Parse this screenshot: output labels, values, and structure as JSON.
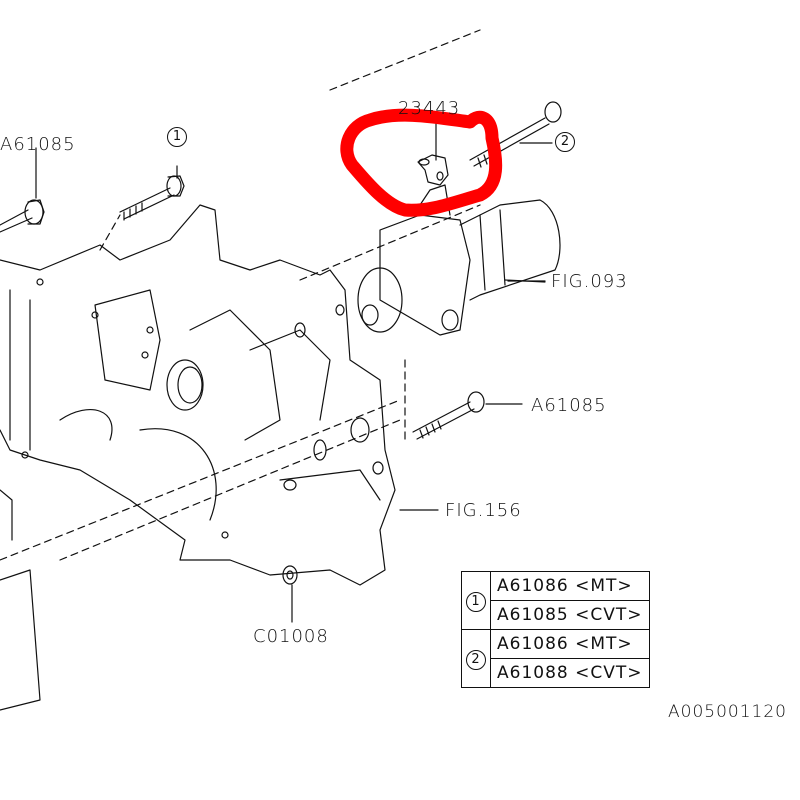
{
  "diagram": {
    "type": "exploded-parts-diagram",
    "subject": "Transmission case / starter mounting",
    "figure_id": "A005001120",
    "callouts": [
      {
        "id": "part-23443",
        "text": "23443",
        "note": "partially covered by red hand-drawn circle highlight"
      },
      {
        "id": "bolt-A61085-left",
        "text": "A61085"
      },
      {
        "id": "bolt-A61085-right",
        "text": "A61085"
      },
      {
        "id": "ref-fig093",
        "text": "FIG.093"
      },
      {
        "id": "ref-fig156",
        "text": "FIG.156"
      },
      {
        "id": "plug-C01008",
        "text": "C01008"
      },
      {
        "id": "marker-1",
        "text": "1"
      },
      {
        "id": "marker-2",
        "text": "2"
      }
    ],
    "legend": {
      "rows": [
        {
          "marker": "1",
          "entries": [
            "A61086 <MT>",
            "A61085 <CVT>"
          ]
        },
        {
          "marker": "2",
          "entries": [
            "A61086 <MT>",
            "A61088 <CVT>"
          ]
        }
      ]
    },
    "highlight": {
      "shape": "freehand-loop",
      "color": "#ff0000",
      "target": "23443 bracket"
    }
  },
  "colors": {
    "line": "#111111",
    "highlight": "#ff0000",
    "background": "#ffffff"
  }
}
